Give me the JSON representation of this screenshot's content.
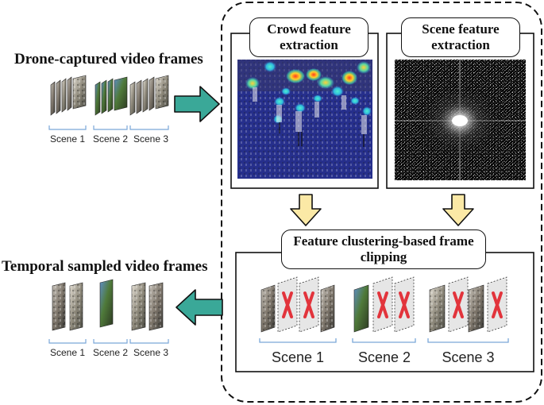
{
  "left": {
    "input_title": "Drone-captured video frames",
    "output_title": "Temporal sampled video frames",
    "input_scenes": [
      "Scene 1",
      "Scene 2",
      "Scene 3"
    ],
    "output_scenes": [
      "Scene 1",
      "Scene 2",
      "Scene 3"
    ]
  },
  "right": {
    "crowd_title": "Crowd feature extraction",
    "scene_title": "Scene feature extraction",
    "cluster_title": "Feature clustering-based frame clipping",
    "cluster_scenes": [
      "Scene 1",
      "Scene 2",
      "Scene 3"
    ]
  },
  "colors": {
    "arrow_teal": "#3aa898",
    "arrow_cream": "#fbe9a6",
    "x_red": "#e2343c",
    "heatmap_bg": "#262f8c"
  }
}
